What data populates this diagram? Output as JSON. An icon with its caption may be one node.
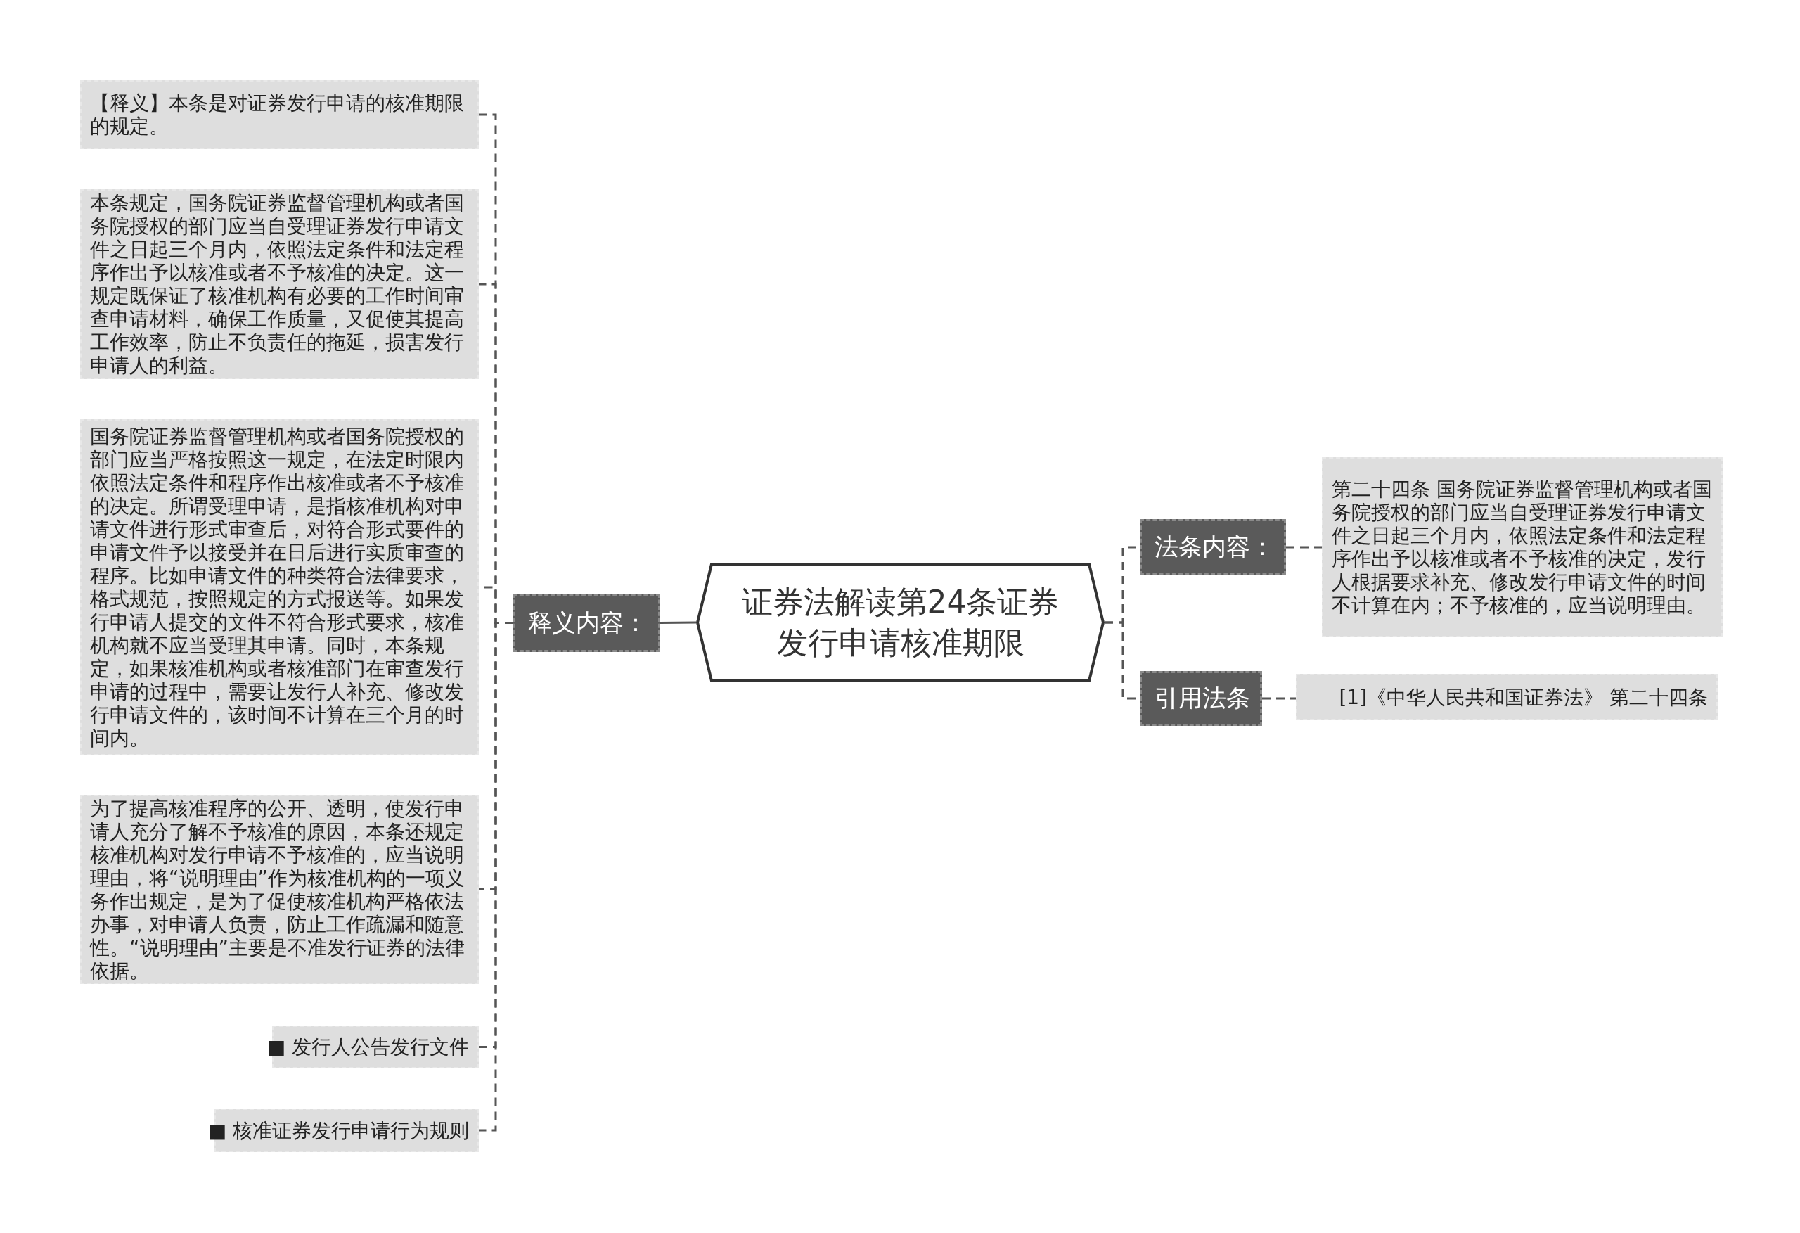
{
  "diagram": {
    "nodes": [
      {
        "text": [
          "证券法解读第24条证券发行申请核准期限"
        ]
      },
      {
        "text": [
          "释义内容："
        ]
      },
      {
        "text": [
          "【释义】本条是对证券发行申请的核准期限的规定。"
        ]
      },
      {
        "text": [
          "本条规定，国务院证券监督管理机构或者国务院授权的部门应当自受理证券发行申请文件之日起三个月内，依照法定条件和法定程序作出予以核准或者不予核准的决定。这一规定既保证了核准机构有必要的工作时间审查申请材料，确保工作质量，又促使其提高工作效率，防止不负责任的拖延，损害发行申请人的利益。"
        ]
      },
      {
        "text": [
          "国务院证券监督管理机构或者国务院授权的部门应当严格按照这一规定，在法定时限内依照法定条件和程序作出核准或者不予核准的决定。所谓受理申请，是指核准机构对申请文件进行形式审查后，对符合形式要件的申请文件予以接受并在日后进行实质审查的程序。比如申请文件的种类符合法律要求，格式规范，按照规定的方式报送等。如果发行申请人提交的文件不符合形式要求，核准机构就不应当受理其申请。同时，本条规定，如果核准机构或者核准部门在审查发行申请的过程中，需要让发行人补充、修改发行申请文件的，该时间不计算在三个月的时间内。"
        ]
      },
      {
        "text": [
          "为了提高核准程序的公开、透明，使发行申请人充分了解不予核准的原因，本条还规定核准机构对发行申请不予核准的，应当说明理由，将“说明理由”作为核准机构的一项义务作出规定，是为了促使核准机构严格依法办事，对申请人负责，防止工作疏漏和随意性。“说明理由”主要是不准发行证券的法律依据。"
        ]
      },
      {
        "text": [
          "■ 发行人公告发行文件"
        ]
      },
      {
        "text": [
          "■ 核准证券发行申请行为规则"
        ]
      },
      {
        "text": [
          "法条内容："
        ]
      },
      {
        "text": [
          "第二十四条 国务院证券监督管理机构或者国务院授权的部门应当自受理证券发行申请文件之日起三个月内，依照法定条件和法定程序作出予以核准或者不予核准的决定，发行人根据要求补充、修改发行申请文件的时间不计算在内；不予核准的，应当说明理由。"
        ]
      },
      {
        "text": [
          "引用法条"
        ]
      },
      {
        "text": [
          "[1]《中华人民共和国证券法》 第二十四条"
        ]
      }
    ],
    "edges": [
      {
        "from": 0,
        "to": 1,
        "arrow": "none"
      },
      {
        "from": 1,
        "to": 2,
        "arrow": "none",
        "style": "dashed"
      },
      {
        "from": 1,
        "to": 3,
        "arrow": "none",
        "style": "dashed"
      },
      {
        "from": 1,
        "to": 4,
        "arrow": "none",
        "style": "dashed"
      },
      {
        "from": 1,
        "to": 5,
        "arrow": "none",
        "style": "dashed"
      },
      {
        "from": 1,
        "to": 6,
        "arrow": "none",
        "style": "dashed"
      },
      {
        "from": 1,
        "to": 7,
        "arrow": "none",
        "style": "dashed"
      },
      {
        "from": 0,
        "to": 8,
        "arrow": "none",
        "style": "dashed"
      },
      {
        "from": 8,
        "to": 9,
        "arrow": "none",
        "style": "dashed"
      },
      {
        "from": 0,
        "to": 10,
        "arrow": "none",
        "style": "dashed"
      },
      {
        "from": 10,
        "to": 11,
        "arrow": "none",
        "style": "dashed"
      }
    ]
  }
}
